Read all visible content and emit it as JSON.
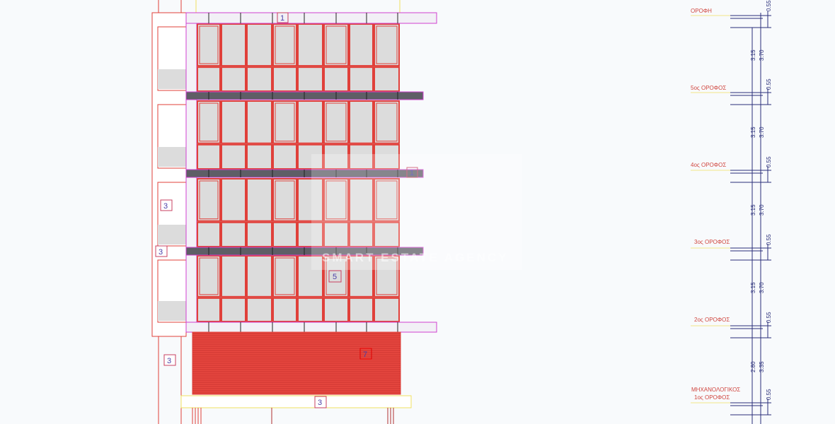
{
  "drawing": {
    "levels": [
      {
        "label": "ΟΡΟΦΗ"
      },
      {
        "label": "5ος ΟΡΟΦΟΣ"
      },
      {
        "label": "4ος ΟΡΟΦΟΣ"
      },
      {
        "label": "3ος ΟΡΟΦΟΣ"
      },
      {
        "label": "2ος ΟΡΟΦΟΣ"
      },
      {
        "label": "ΜΗΧΑΝΟΛΟΓΙΚΟΣ",
        "label2": "1ος ΟΡΟΦΟΣ"
      }
    ],
    "dimensions": {
      "slab": "0.55",
      "floor_clear": "3.15",
      "floor_total": "3.70",
      "ground_clear": "2.80",
      "ground_total": "3.35"
    },
    "tags": [
      "1",
      "1",
      "3",
      "3",
      "5",
      "7",
      "3",
      "3"
    ],
    "watermark": "SMART ESTATE AGENCY",
    "colors": {
      "outline_red": "#e0403a",
      "slab_pink": "#d040d0",
      "glass_grey": "#dcdcdc",
      "dark_slab": "#5e5e66",
      "dimension_blue": "#2a2f7a",
      "beam_yellow": "#f0e060",
      "label_red": "#d0463f"
    }
  }
}
